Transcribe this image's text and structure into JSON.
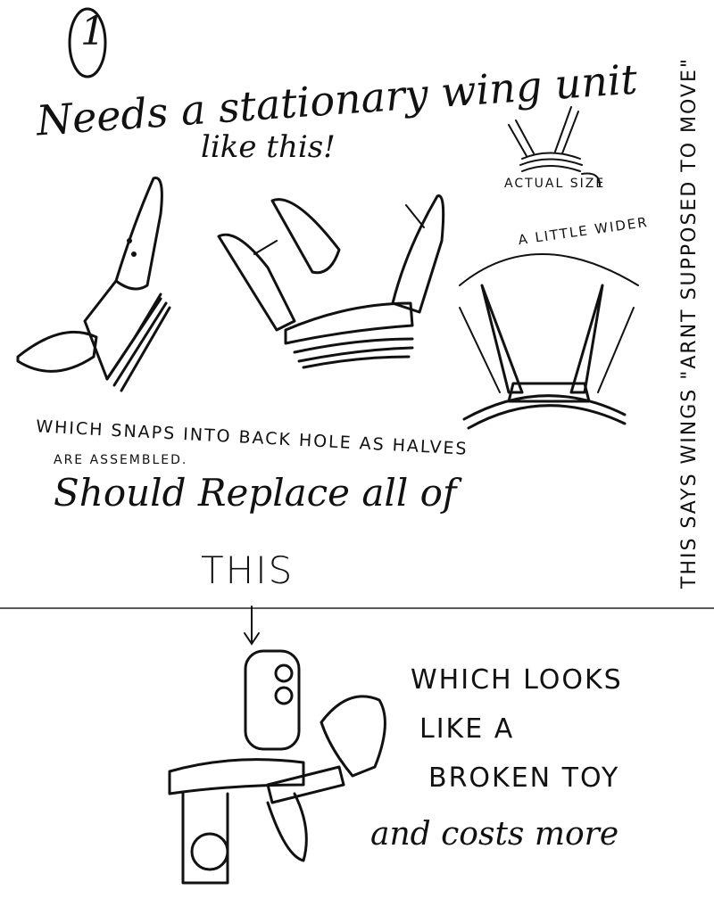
{
  "page_number": "1",
  "headline_line1": "Needs a stationary wing unit",
  "headline_line2": "like this!",
  "actual_size_label": "ACTUAL SIZE",
  "wider_label": "A LITTLE WIDER",
  "side_note": "THIS SAYS WINGS \"ARNT SUPPOSED TO MOVE\"",
  "snap_note_line1": "WHICH SNAPS INTO BACK HOLE AS HALVES",
  "snap_note_line2": "ARE ASSEMBLED.",
  "replace_line": "Should Replace all of",
  "this_label": "THIS",
  "broken_toy_line1": "WHICH LOOKS",
  "broken_toy_line2": "LIKE A",
  "broken_toy_line3": "BROKEN TOY",
  "costs_line": "and costs more"
}
